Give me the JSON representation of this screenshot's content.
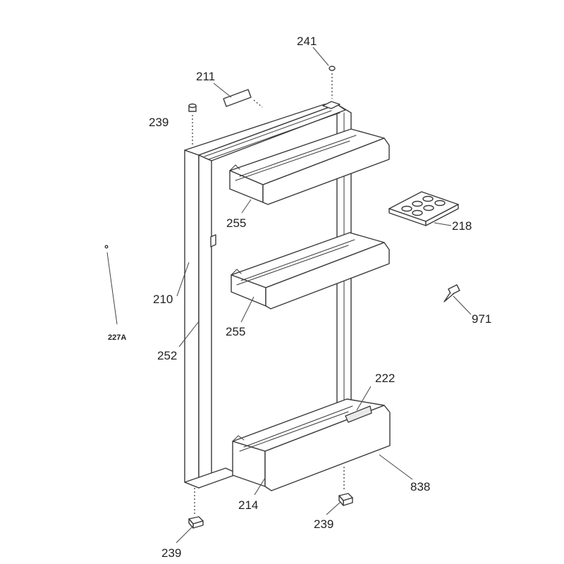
{
  "diagram": {
    "callouts": {
      "c241": "241",
      "c211": "211",
      "c239_top": "239",
      "c255_upper": "255",
      "c218": "218",
      "c210": "210",
      "c227A": "227A",
      "c255_lower": "255",
      "c971": "971",
      "c252": "252",
      "c222": "222",
      "c838": "838",
      "c214": "214",
      "c239_bottom_right": "239",
      "c239_bottom_left": "239"
    }
  }
}
